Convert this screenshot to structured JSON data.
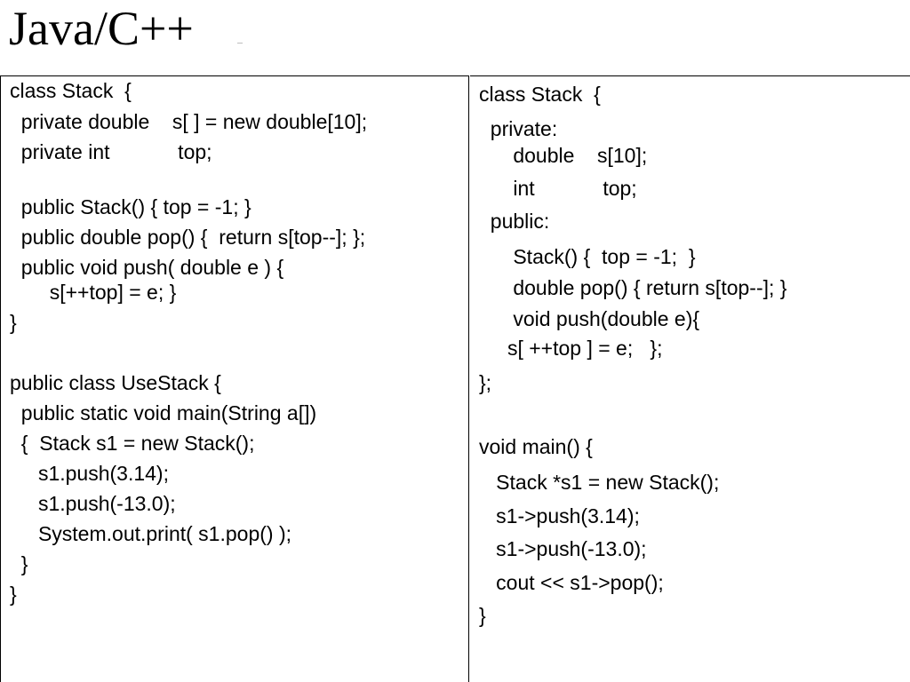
{
  "title": "Java/C++",
  "java_code": [
    "class Stack  {",
    "  private double    s[ ] = new double[10];",
    "  private int            top;",
    "  public Stack() { top = -1; }",
    "  public double pop() {  return s[top--]; };",
    "  public void push( double e ) {",
    "       s[++top] = e; }",
    "}",
    "public class UseStack {",
    "  public static void main(String a[])",
    "  {  Stack s1 = new Stack();",
    "     s1.push(3.14);",
    "     s1.push(-13.0);",
    "     System.out.print( s1.pop() );",
    "  }",
    "}"
  ],
  "cpp_code": [
    "class Stack  {",
    "  private:",
    "      double    s[10];",
    "      int            top;",
    "  public:",
    "      Stack() {  top = -1;  }",
    "      double pop() { return s[top--]; }",
    "      void push(double e){",
    "     s[ ++top ] = e;   };",
    "};",
    "void main() {",
    "   Stack *s1 = new Stack();",
    "   s1->push(3.14);",
    "   s1->push(-13.0);",
    "   cout << s1->pop();",
    "}"
  ]
}
